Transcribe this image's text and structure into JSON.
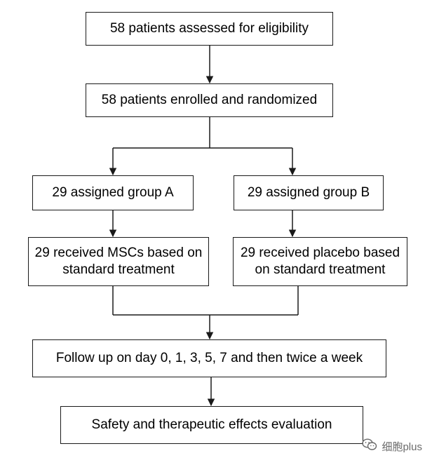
{
  "flowchart": {
    "step_screen": "58 patients assessed for eligibility",
    "step_enroll": "58 patients enrolled and randomized",
    "group_a": "29 assigned group A",
    "group_b": "29 assigned group B",
    "treat_a": "29 received MSCs based on standard treatment",
    "treat_b": "29 received placebo based on standard treatment",
    "follow_up": "Follow up on day 0, 1, 3, 5, 7 and then twice a week",
    "evaluation": "Safety and therapeutic effects evaluation"
  },
  "watermark": {
    "text": "细胞plus",
    "icon": "wechat-icon",
    "color": "#6b6b6b"
  },
  "colors": {
    "line": "#1a1a1a",
    "background": "#ffffff"
  }
}
